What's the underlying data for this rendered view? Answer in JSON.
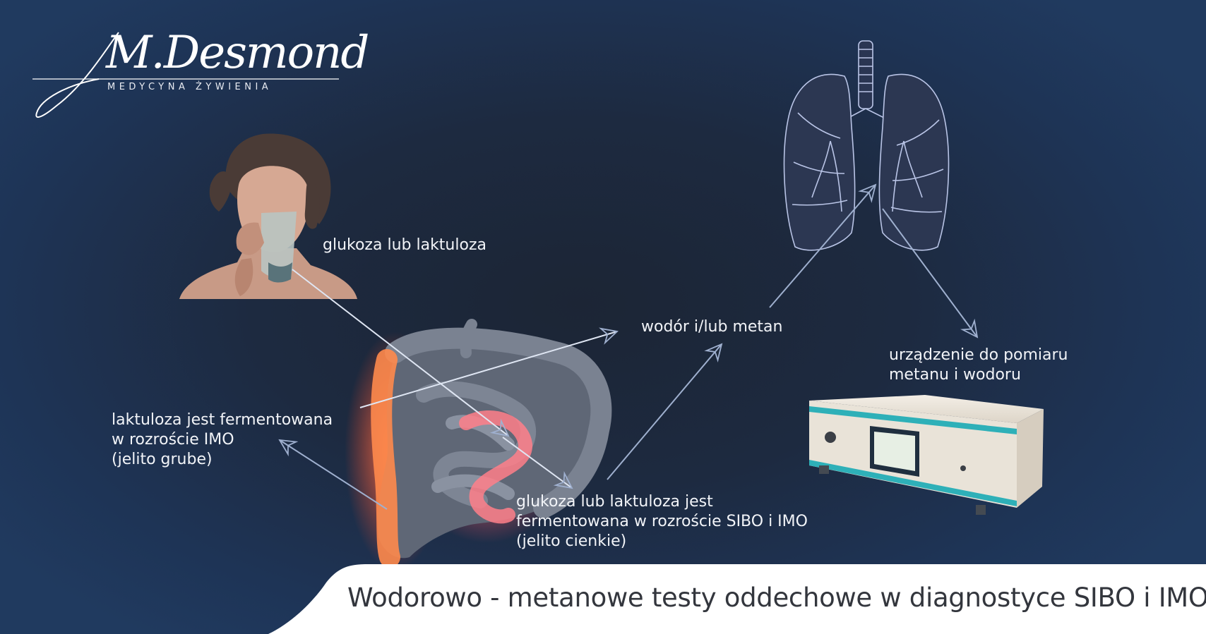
{
  "brand": {
    "name": "M.Desmond",
    "tagline": "MEDYCYNA ŻYWIENIA"
  },
  "labels": {
    "drink": [
      "glukoza lub laktuloza"
    ],
    "gas": [
      "wodór i/lub metan"
    ],
    "device": [
      "urządzenie do pomiaru",
      "metanu i wodoru"
    ],
    "large_intestine": [
      "laktuloza jest fermentowana",
      "w rozroście IMO",
      "(jelito grube)"
    ],
    "small_intestine": [
      "glukoza lub laktuloza jest",
      "fermentowana w rozroście SIBO i IMO",
      "(jelito cienkie)"
    ]
  },
  "caption": "Wodorowo - metanowe testy oddechowe w diagnostyce SIBO i IMO",
  "colors": {
    "background": "#1e3456",
    "arrow": "#9fb0cf",
    "lungs": "#b9c4e6",
    "intestine": "#6c7381",
    "inflamed": "#ff6b6b",
    "device_body": "#e8e1d6",
    "device_stripe": "#2eb0b8",
    "footer": "#ffffff",
    "caption_text": "#33363d"
  },
  "icons": [
    "woman-drinking-icon",
    "lungs-icon",
    "intestine-icon",
    "breath-analyzer-device-icon"
  ]
}
